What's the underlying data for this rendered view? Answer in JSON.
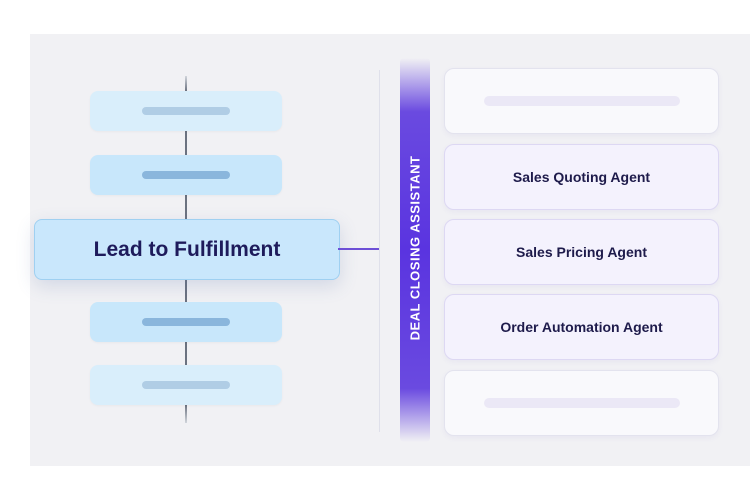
{
  "main_process": {
    "label": "Lead to Fulfillment"
  },
  "assistant": {
    "label": "DEAL CLOSING ASSISTANT"
  },
  "agents": [
    {
      "label": "Sales Quoting Agent"
    },
    {
      "label": "Sales Pricing Agent"
    },
    {
      "label": "Order Automation Agent"
    }
  ],
  "colors": {
    "accent": "#5a34e0",
    "step_fill": "#c8e7fb",
    "main_fill": "#c9e7fc",
    "text": "#1e1b5b",
    "panel": "#f1f1f4"
  }
}
